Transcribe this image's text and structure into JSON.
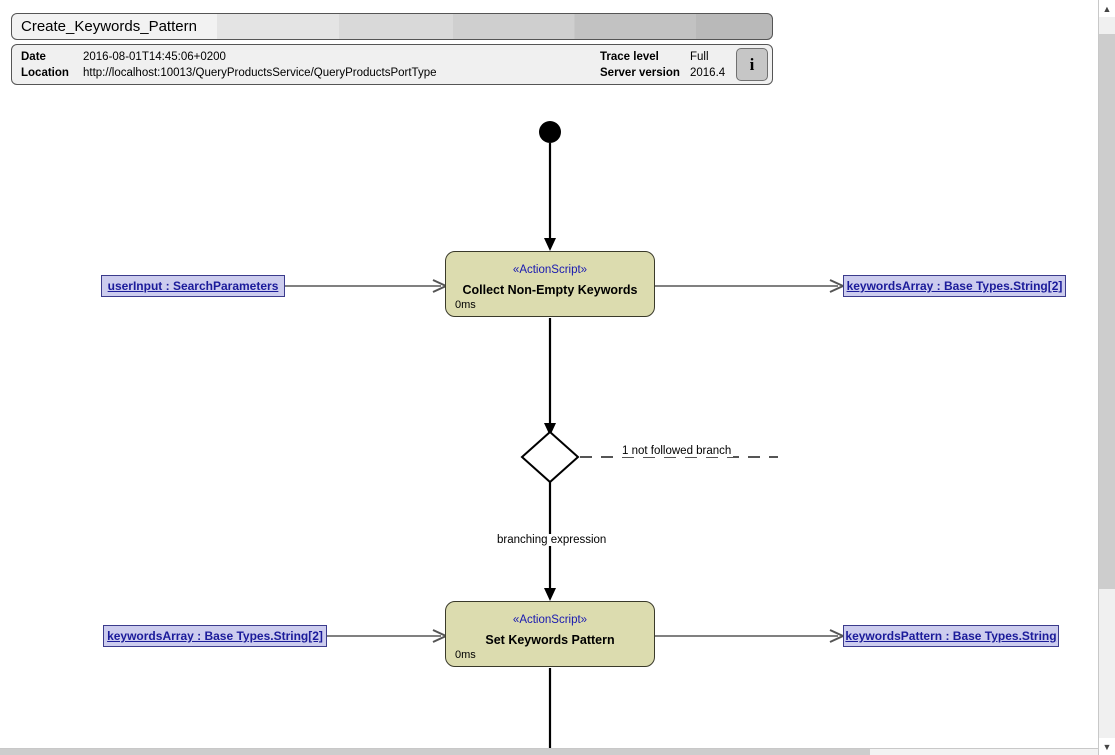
{
  "window": {
    "title": "Create_Keywords_Pattern"
  },
  "header": {
    "date_label": "Date",
    "date_value": "2016-08-01T14:45:06+0200",
    "location_label": "Location",
    "location_value": "http://localhost:10013/QueryProductsService/QueryProductsPortType",
    "trace_level_label": "Trace level",
    "trace_level_value": "Full",
    "server_version_label": "Server version",
    "server_version_value": "2016.4",
    "info_button_label": "i"
  },
  "diagram": {
    "nodes": [
      {
        "id": "initial",
        "type": "initial-node",
        "label": ""
      },
      {
        "id": "collect",
        "type": "action",
        "stereotype": "«ActionScript»",
        "title": "Collect Non-Empty Keywords",
        "duration": "0ms"
      },
      {
        "id": "decision",
        "type": "decision-node",
        "label": ""
      },
      {
        "id": "set-pattern",
        "type": "action",
        "stereotype": "«ActionScript»",
        "title": "Set Keywords Pattern",
        "duration": "0ms"
      }
    ],
    "pins": [
      {
        "id": "user-input",
        "side": "input",
        "label": "userInput : SearchParameters"
      },
      {
        "id": "keywords-array-out",
        "side": "output",
        "label": "keywordsArray : Base Types.String[2]"
      },
      {
        "id": "keywords-array-in",
        "side": "input",
        "label": "keywordsArray : Base Types.String[2]"
      },
      {
        "id": "keywords-pattern",
        "side": "output",
        "label": "keywordsPattern : Base Types.String"
      }
    ],
    "edge_labels": {
      "not_followed_branch": "1 not followed branch",
      "branching_expression": "branching expression"
    }
  },
  "scrollbars": {
    "vertical_up": "▲",
    "vertical_down": "▼"
  },
  "colors": {
    "action_fill": "#dcdcaf",
    "pin_fill": "#ccccee",
    "pin_text": "#1b1b9a",
    "stereotype_text": "#1818b0",
    "connector": "#808080",
    "flow": "#000000"
  }
}
